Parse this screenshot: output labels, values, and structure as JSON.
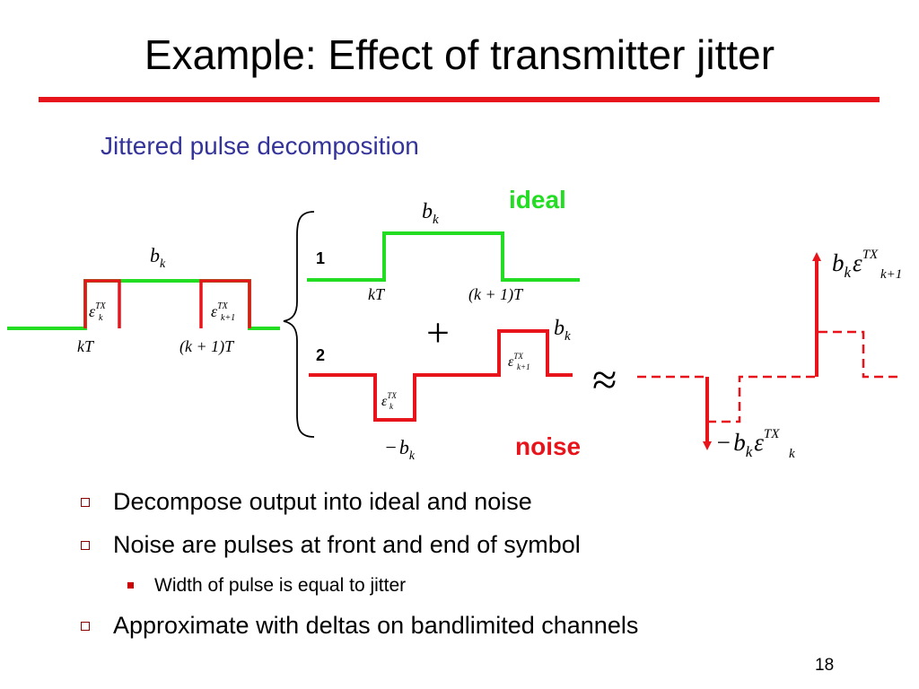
{
  "slide": {
    "title": "Example: Effect of transmitter jitter",
    "subtitle": "Jittered pulse decomposition",
    "page_number": "18"
  },
  "colors": {
    "title_rule": "#e8141c",
    "subtitle": "#333399",
    "ideal_waveform": "#22dd22",
    "noise_waveform": "#e8141c",
    "bullet_marker": "#8b0000",
    "sub_bullet_marker": "#cc0000"
  },
  "diagram": {
    "labels": {
      "ideal": "ideal",
      "noise": "noise",
      "row_1": "1",
      "row_2": "2",
      "plus": "+",
      "approx": "≈"
    },
    "left_pulse": {
      "amplitude": {
        "base": "b",
        "sub": "k"
      },
      "eps_front": {
        "base": "ε",
        "sup": "TX",
        "sub": "k"
      },
      "eps_back": {
        "base": "ε",
        "sup": "TX",
        "sub": "k+1"
      },
      "t_start": "kT",
      "t_end": "(k + 1)T"
    },
    "ideal_pulse": {
      "amplitude": {
        "base": "b",
        "sub": "k"
      },
      "t_start": "kT",
      "t_end": "(k + 1)T"
    },
    "noise_pulses": {
      "front_eps": {
        "base": "ε",
        "sup": "TX",
        "sub": "k"
      },
      "back_eps": {
        "base": "ε",
        "sup": "TX",
        "sub": "k+1"
      },
      "neg_amplitude": {
        "prefix": "−",
        "base": "b",
        "sub": "k"
      },
      "pos_amplitude": {
        "base": "b",
        "sub": "k"
      }
    },
    "deltas": {
      "positive": {
        "base": "b",
        "sub": "k",
        "eps": "ε",
        "sup": "TX",
        "eps_sub": "k+1"
      },
      "negative": {
        "prefix": "−",
        "base": "b",
        "sub": "k",
        "eps": "ε",
        "sup": "TX",
        "eps_sub": "k"
      }
    }
  },
  "bullets": [
    {
      "level": 1,
      "text": "Decompose output into ideal and noise"
    },
    {
      "level": 1,
      "text": "Noise are pulses at front and end of symbol"
    },
    {
      "level": 2,
      "text": "Width of pulse is equal to jitter"
    },
    {
      "level": 1,
      "text": "Approximate with deltas on bandlimited channels"
    }
  ]
}
